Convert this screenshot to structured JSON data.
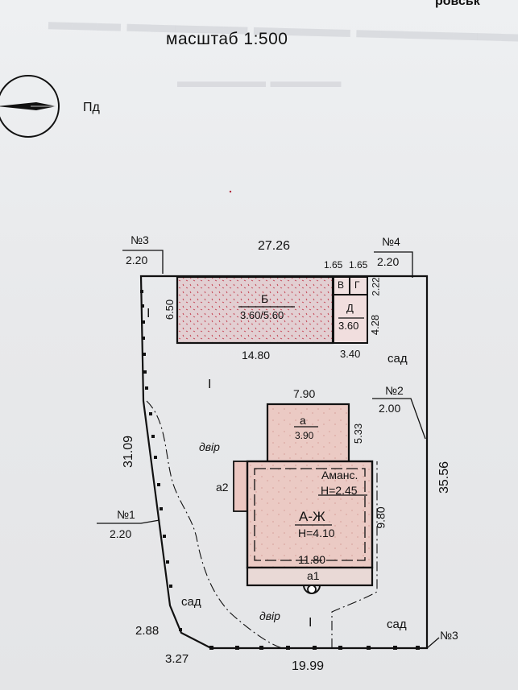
{
  "header": {
    "scale": "масштаб  1:500",
    "corner_fragment": "ровськ"
  },
  "compass": {
    "label": "Пд"
  },
  "points": {
    "n3": {
      "label": "№3",
      "value": "2.20"
    },
    "n4": {
      "label": "№4",
      "value": "2.20"
    },
    "n2": {
      "label": "№2",
      "value": "2.00"
    },
    "n1": {
      "label": "№1",
      "value": "2.20"
    },
    "n3_bottom": {
      "label": "№3"
    }
  },
  "dimensions": {
    "top": "27.26",
    "left": "31.09",
    "right": "35.56",
    "bottom": "19.99",
    "bottom_left_a": "2.88",
    "bottom_left_b": "3.27",
    "b_height": "6.50",
    "b_width": "14.80",
    "v_width": "1.65",
    "g_width": "1.65",
    "g_height": "2.22",
    "d_height": "4.28",
    "d_width": "3.40",
    "a_width": "7.90",
    "a_height": "5.33",
    "house_height": "9.80",
    "house_width": "11.80"
  },
  "buildings": {
    "b": {
      "name": "Б",
      "value": "3.60/5.60"
    },
    "v": {
      "name": "В"
    },
    "g": {
      "name": "Г"
    },
    "d": {
      "name": "Д",
      "value": "3.60"
    },
    "a": {
      "name": "а",
      "value": "3.90"
    },
    "a2": {
      "name": "а2"
    },
    "attic": {
      "name": "Аманс.",
      "value": "Н=2.45"
    },
    "house": {
      "name": "А-Ж",
      "value": "Н=4.10"
    },
    "a1": {
      "name": "а1"
    }
  },
  "zones": {
    "roman_1": "I",
    "yard": "двір",
    "garden": "сад"
  },
  "colors": {
    "ink": "#111111",
    "pink_fill": "#e7c4c0",
    "hatch_fill": "#d9c7cb",
    "red_outline": "#b0283a"
  }
}
